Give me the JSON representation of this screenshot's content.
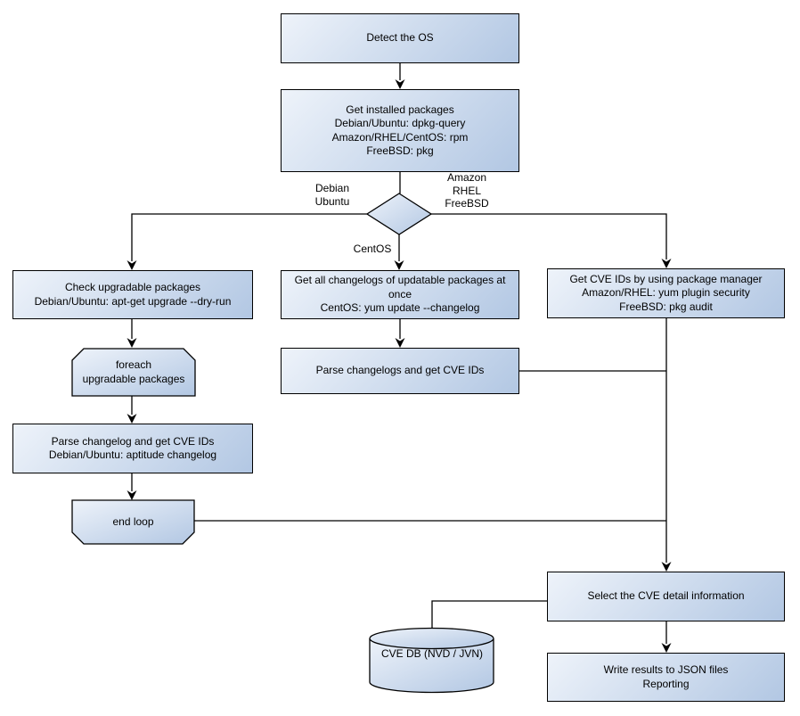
{
  "diagram": {
    "type": "flowchart",
    "background": "#ffffff",
    "colors": {
      "shape_fill_light": "#eef3fa",
      "shape_fill_dark": "#b2c7e3",
      "stroke": "#000000",
      "text": "#000000"
    },
    "nodes": {
      "detect_os": {
        "shape": "process",
        "label": "Detect the OS"
      },
      "get_installed_packages": {
        "shape": "process",
        "label": "Get installed packages\nDebian/Ubuntu: dpkg-query\nAmazon/RHEL/CentOS: rpm\nFreeBSD: pkg"
      },
      "os_decision": {
        "shape": "decision",
        "label": ""
      },
      "check_upgradable": {
        "shape": "process",
        "label": "Check upgradable packages\nDebian/Ubuntu: apt-get upgrade --dry-run"
      },
      "foreach_loop": {
        "shape": "loop-start",
        "label": "foreach\nupgradable  packages"
      },
      "parse_changelog_deb": {
        "shape": "process",
        "label": "Parse changelog and get  CVE IDs\nDebian/Ubuntu: aptitude changelog"
      },
      "end_loop": {
        "shape": "loop-end",
        "label": "end loop"
      },
      "get_all_changelogs": {
        "shape": "process",
        "label": "Get all changelogs of updatable packages at once\nCentOS: yum update --changelog"
      },
      "parse_changelogs": {
        "shape": "process",
        "label": "Parse changelogs and get CVE IDs"
      },
      "get_cve_ids_pkg_mgr": {
        "shape": "process",
        "label": "Get CVE IDs by using package manager\nAmazon/RHEL: yum plugin security\nFreeBSD: pkg audit"
      },
      "select_cve_detail": {
        "shape": "process",
        "label": "Select the CVE detail information"
      },
      "write_results": {
        "shape": "process",
        "label": "Write results to JSON files\nReporting"
      },
      "cve_db": {
        "shape": "database-cylinder",
        "label": "CVE DB (NVD / JVN)"
      }
    },
    "edge_labels": {
      "debian_ubuntu": "Debian\nUbuntu",
      "amazon_rhel_freebsd": "Amazon\nRHEL\nFreeBSD",
      "centos": "CentOS"
    }
  }
}
